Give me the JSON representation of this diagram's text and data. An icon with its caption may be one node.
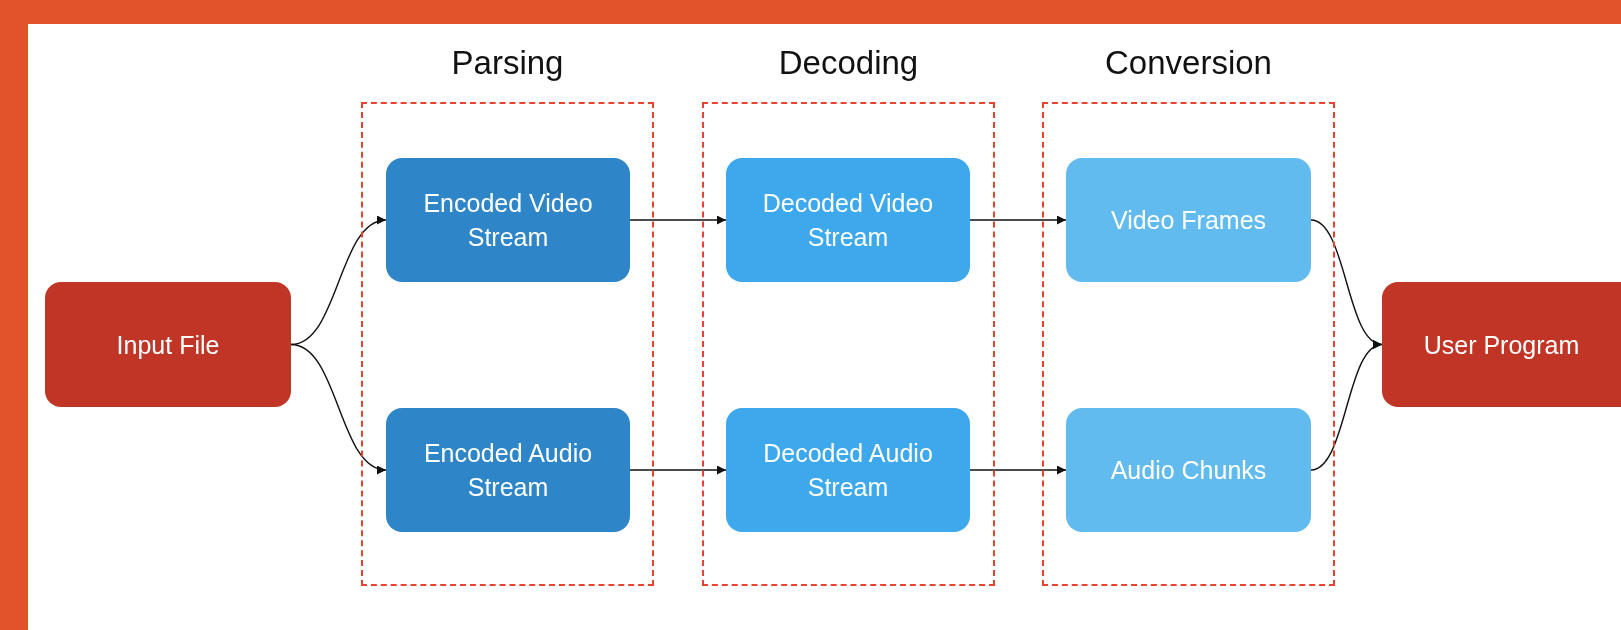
{
  "diagram": {
    "nodes": [
      {
        "text": [
          "Input File"
        ]
      },
      {
        "text": [
          "Parsing"
        ]
      },
      {
        "text": [
          "Encoded Video Stream"
        ],
        "in": 1
      },
      {
        "text": [
          "Encoded Audio Stream"
        ],
        "in": 1
      },
      {
        "text": [
          "Decoding"
        ]
      },
      {
        "text": [
          "Decoded Video Stream"
        ],
        "in": 4
      },
      {
        "text": [
          "Decoded Audio Stream"
        ],
        "in": 4
      },
      {
        "text": [
          "Conversion"
        ]
      },
      {
        "text": [
          "Video Frames"
        ],
        "in": 7
      },
      {
        "text": [
          "Audio Chunks"
        ],
        "in": 7
      },
      {
        "text": [
          "User Program"
        ]
      }
    ],
    "edges": [
      {
        "from": 0,
        "to": 2,
        "arrow": "to"
      },
      {
        "from": 0,
        "to": 3,
        "arrow": "to"
      },
      {
        "from": 2,
        "to": 5,
        "arrow": "to"
      },
      {
        "from": 3,
        "to": 6,
        "arrow": "to"
      },
      {
        "from": 5,
        "to": 8,
        "arrow": "to"
      },
      {
        "from": 6,
        "to": 9,
        "arrow": "to"
      },
      {
        "from": 8,
        "to": 10,
        "arrow": "to"
      },
      {
        "from": 9,
        "to": 10,
        "arrow": "to"
      }
    ]
  }
}
